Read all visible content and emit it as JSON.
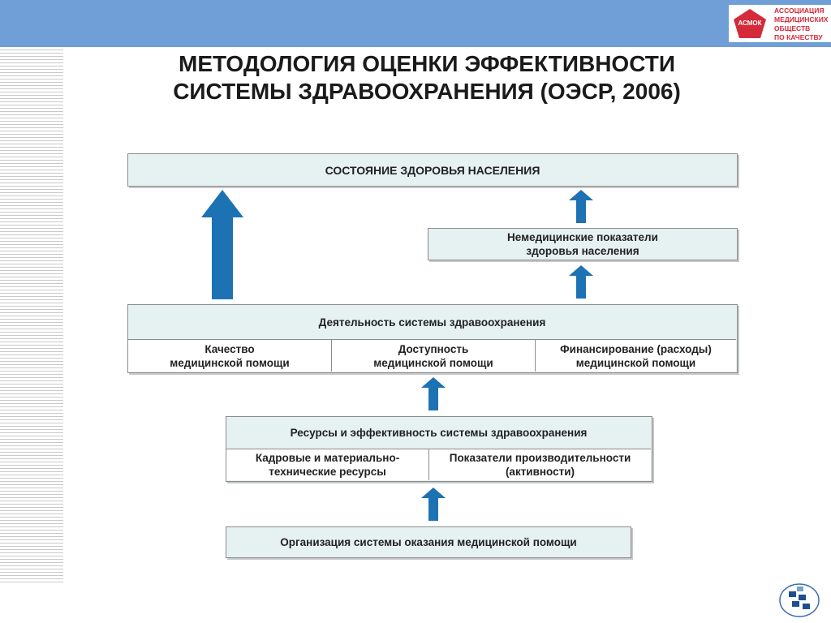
{
  "header": {
    "logo_label": "АСМОК",
    "org_name_lines": [
      "АССОЦИАЦИЯ",
      "МЕДИЦИНСКИХ",
      "ОБЩЕСТВ",
      "ПО КАЧЕСТВУ"
    ],
    "colors": {
      "bar": "#6f9fd6",
      "logo": "#d42a3a"
    }
  },
  "title": {
    "line1": "МЕТОДОЛОГИЯ ОЦЕНКИ ЭФФЕКТИВНОСТИ",
    "line2": "СИСТЕМЫ ЗДРАВООХРАНЕНИЯ (ОЭСР, 2006)"
  },
  "diagram": {
    "health_status": "СОСТОЯНИЕ ЗДОРОВЬЯ НАСЕЛЕНИЯ",
    "non_medical": "Немедицинские показатели\nздоровья населения",
    "system_performance": {
      "header": "Деятельность системы здравоохранения",
      "cells": [
        "Качество\nмедицинской помощи",
        "Доступность\nмедицинской помощи",
        "Финансирование (расходы)\nмедицинской помощи"
      ]
    },
    "resources": {
      "header": "Ресурсы и эффективность системы здравоохранения",
      "cells": [
        "Кадровые и материально-\nтехнические ресурсы",
        "Показатели производительности\n(активности)"
      ]
    },
    "organization": "Организация системы оказания медицинской помощи",
    "colors": {
      "box_fill": "#e6f1f2",
      "arrow": "#1d72b4",
      "border": "#8c8c8c"
    }
  }
}
